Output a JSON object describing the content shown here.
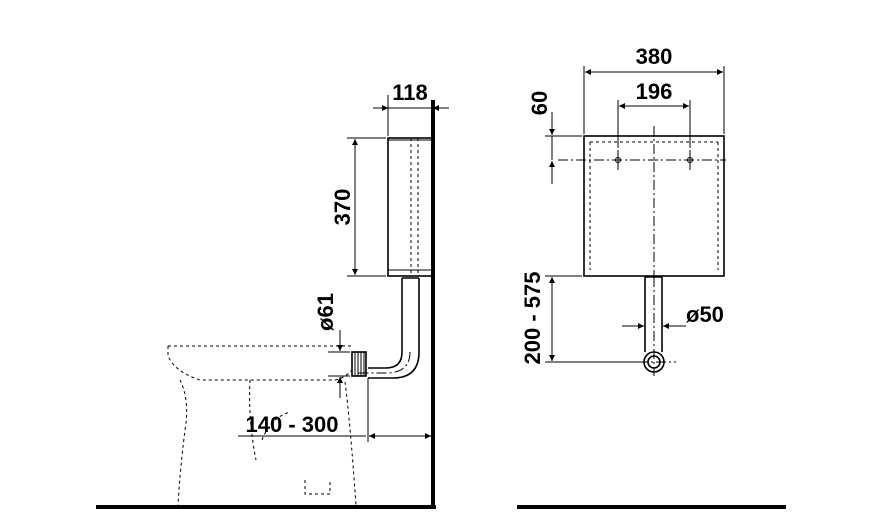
{
  "side_view": {
    "dim_depth": "118",
    "dim_tank_height": "370",
    "dim_pipe_diameter": "ø61",
    "dim_wall_distance": "140 - 300"
  },
  "front_view": {
    "dim_tank_width": "380",
    "dim_mount_spacing": "196",
    "dim_mount_offset": "60",
    "dim_height_range": "200 - 575",
    "dim_outlet_diameter": "ø50"
  }
}
